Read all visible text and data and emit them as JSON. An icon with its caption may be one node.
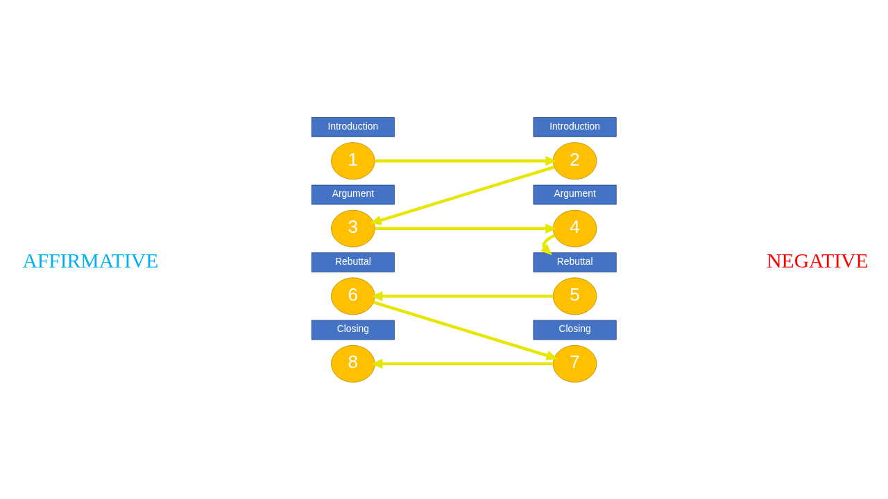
{
  "diagram": {
    "nodes": [
      {
        "text": [
          "Introduction"
        ]
      },
      {
        "text": [
          "Introduction"
        ]
      },
      {
        "text": [
          "1"
        ]
      },
      {
        "text": [
          "2"
        ]
      },
      {
        "text": [
          "Argument"
        ]
      },
      {
        "text": [
          "Argument"
        ]
      },
      {
        "text": [
          "3"
        ]
      },
      {
        "text": [
          "4"
        ]
      },
      {
        "text": [
          "Rebuttal"
        ]
      },
      {
        "text": [
          "Rebuttal"
        ]
      },
      {
        "text": [
          "6"
        ]
      },
      {
        "text": [
          "5"
        ]
      },
      {
        "text": [
          "Closing"
        ]
      },
      {
        "text": [
          "Closing"
        ]
      },
      {
        "text": [
          "8"
        ]
      },
      {
        "text": [
          "7"
        ]
      }
    ],
    "edges": [
      {
        "from": 2,
        "to": 3,
        "arrow": "to"
      },
      {
        "from": 3,
        "to": 6,
        "arrow": "to"
      },
      {
        "from": 6,
        "to": 7,
        "arrow": "to"
      },
      {
        "from": 7,
        "to": 9,
        "arrow": "to"
      },
      {
        "from": 11,
        "to": 10,
        "arrow": "to"
      },
      {
        "from": 10,
        "to": 15,
        "arrow": "to"
      },
      {
        "from": 15,
        "to": 14,
        "arrow": "to"
      }
    ],
    "labels": [
      "AFFIRMATIVE",
      "NEGATIVE"
    ]
  }
}
